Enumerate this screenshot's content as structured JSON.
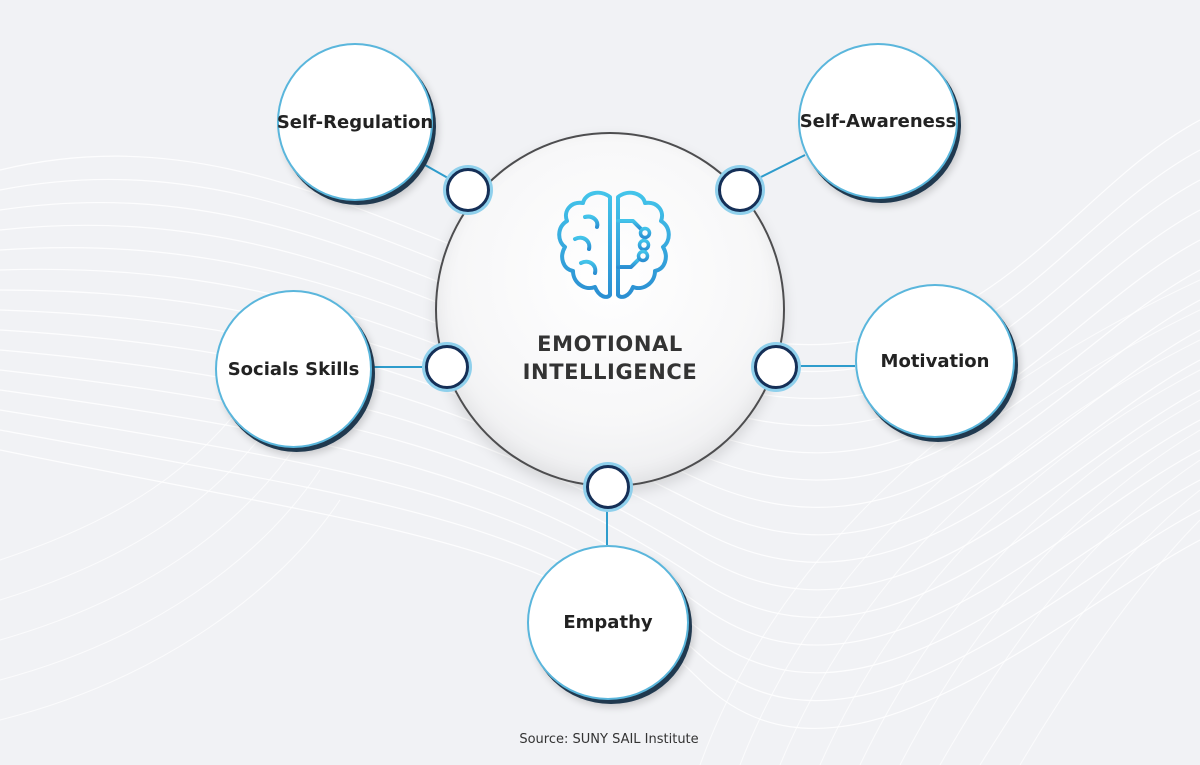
{
  "diagram": {
    "center": {
      "title_line1": "EMOTIONAL",
      "title_line2": "INTELLIGENCE",
      "icon": "brain-circuit-icon"
    },
    "nodes": [
      {
        "id": "self-regulation",
        "label": "Self-Regulation"
      },
      {
        "id": "self-awareness",
        "label": "Self-Awareness"
      },
      {
        "id": "socials-skills",
        "label": "Socials Skills"
      },
      {
        "id": "motivation",
        "label": "Motivation"
      },
      {
        "id": "empathy",
        "label": "Empathy"
      }
    ],
    "source": "Source: SUNY SAIL Institute"
  },
  "colors": {
    "accent": "#5ab6dc",
    "connector": "#2e9ccc",
    "port_border": "#152f57",
    "text": "#222222",
    "background": "#f1f2f5"
  }
}
